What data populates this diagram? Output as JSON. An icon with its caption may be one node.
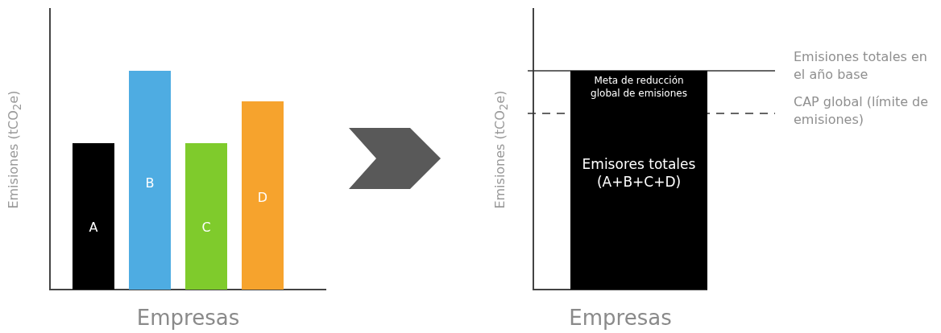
{
  "diagram": {
    "nodes": [
      {
        "text": [
          "Emisiones (tCO$_{2}$e)",
          "Empresas"
        ]
      },
      {
        "text": [
          "A"
        ],
        "in": 0
      },
      {
        "text": [
          "B"
        ],
        "in": 0
      },
      {
        "text": [
          "C"
        ],
        "in": 0
      },
      {
        "text": [
          "D"
        ],
        "in": 0
      },
      {
        "text": [
          "Emisiones (tCO$_{2}$e)",
          "Empresas"
        ]
      },
      {
        "text": [
          "Meta de reducción global de emisiones",
          "Emisores totales (A+B+C+D)"
        ],
        "in": 5
      }
    ],
    "edges": [
      {
        "from": 0,
        "to": 5,
        "arrow": "to"
      }
    ],
    "labels": [
      "Emisiones totales en el año base",
      "CAP global (límite de emisiones)"
    ]
  }
}
